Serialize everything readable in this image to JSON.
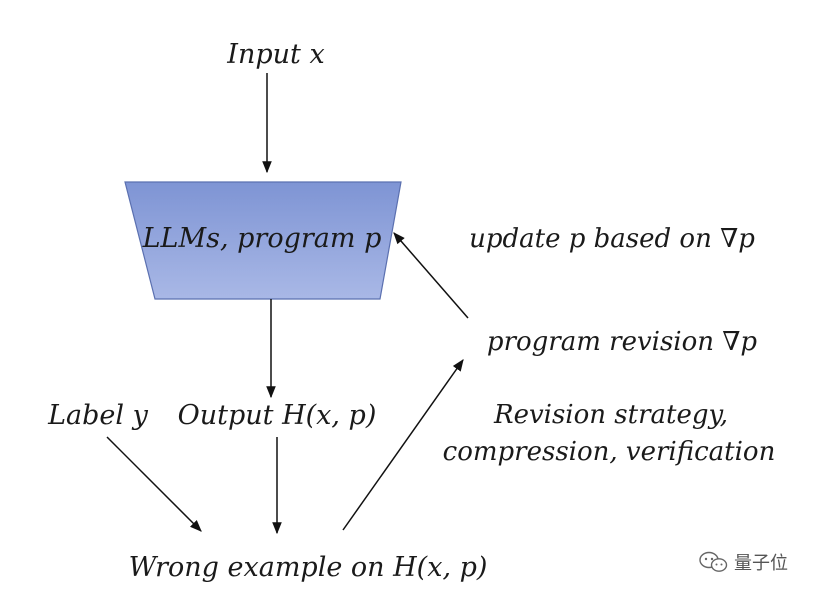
{
  "diagram": {
    "nodes": {
      "input": "Input x",
      "model": "LLMs, program p",
      "update": "update p based on ∇p",
      "revision": "program revision ∇p",
      "label": "Label y",
      "output": "Output H(x, p)",
      "strategy_line1": "Revision strategy,",
      "strategy_line2": "compression, verification",
      "wrong": "Wrong example on H(x, p)"
    },
    "colors": {
      "box_fill_top": "#7e94d4",
      "box_fill_bottom": "#a9b8e6",
      "box_stroke": "#5b70b0",
      "arrow": "#111111"
    }
  },
  "watermark": {
    "text": "量子位",
    "icon": "wechat-icon"
  }
}
